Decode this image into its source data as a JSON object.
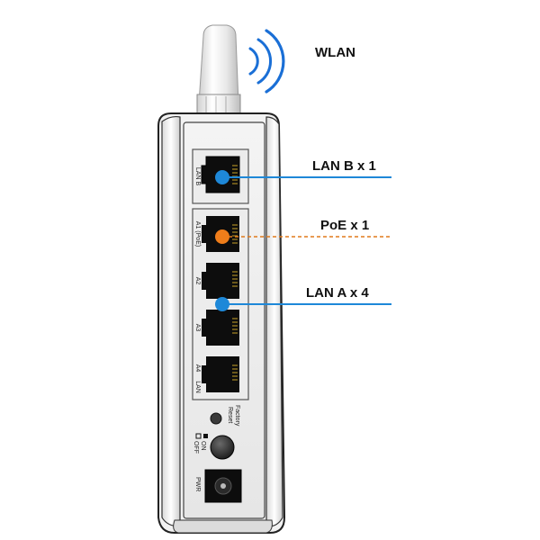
{
  "callouts": {
    "wlan": "WLAN",
    "lan_b": "LAN B x 1",
    "poe": "PoE x 1",
    "lan_a": "LAN A x 4"
  },
  "port_labels": {
    "lan_b": "LAN B",
    "a1": "A1 (PoE)",
    "a2": "A2",
    "a3": "A3",
    "a4": "A4",
    "lan": "LAN",
    "factory_reset": "Factory Reset",
    "on": "ON",
    "off": "OFF",
    "pwr": "PWR"
  },
  "colors": {
    "lan_line": "#1e88d8",
    "lan_dot": "#1e88d8",
    "poe_line": "#e07a1c",
    "poe_dot": "#ef7d1a",
    "wifi_arcs": "#1a6fd6"
  }
}
